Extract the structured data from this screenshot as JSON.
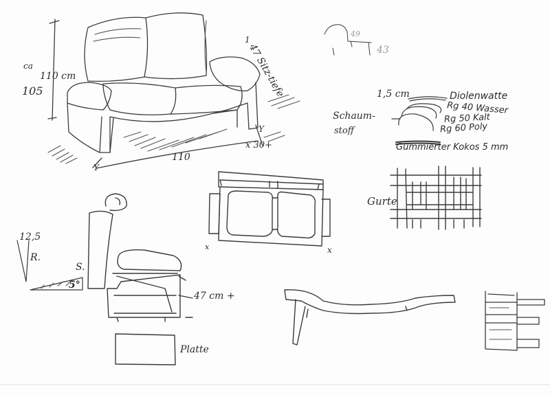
{
  "colors": {
    "paper": "#fdfdfd",
    "pencil": "#3a3a3a",
    "shade": "#555555"
  },
  "sofa": {
    "height_prefix": "ca",
    "height_value": "110 cm",
    "height_alt": "105",
    "seat_depth": "47 Sitz-tiefe",
    "seat_depth_marker": "1",
    "width": "110",
    "depth": "x 30+",
    "corner_mark_left": "Y",
    "corner_mark_right": "Y"
  },
  "scribbles": {
    "top_a": "49",
    "top_b": "43"
  },
  "materials": {
    "thickness": "1,5 cm",
    "batting": "Diolenwatte",
    "foam_label_1": "Schaum-",
    "foam_label_2": "stoff",
    "grade_1": "Rg 40 Wasser",
    "grade_2": "Rg 50 Kalt",
    "grade_3": "Rg 60 Poly",
    "coir": "Gummierter Kokos 5 mm"
  },
  "straps": {
    "label": "Gurte"
  },
  "frame_top": {
    "mark_left": "x",
    "mark_right": "x"
  },
  "side_view": {
    "angle_value": "12,5",
    "angle_unit": "R.",
    "seat_label": "S.",
    "seat_angle": "5°",
    "seat_height": "47 cm +"
  },
  "plate": {
    "label": "Platte"
  }
}
